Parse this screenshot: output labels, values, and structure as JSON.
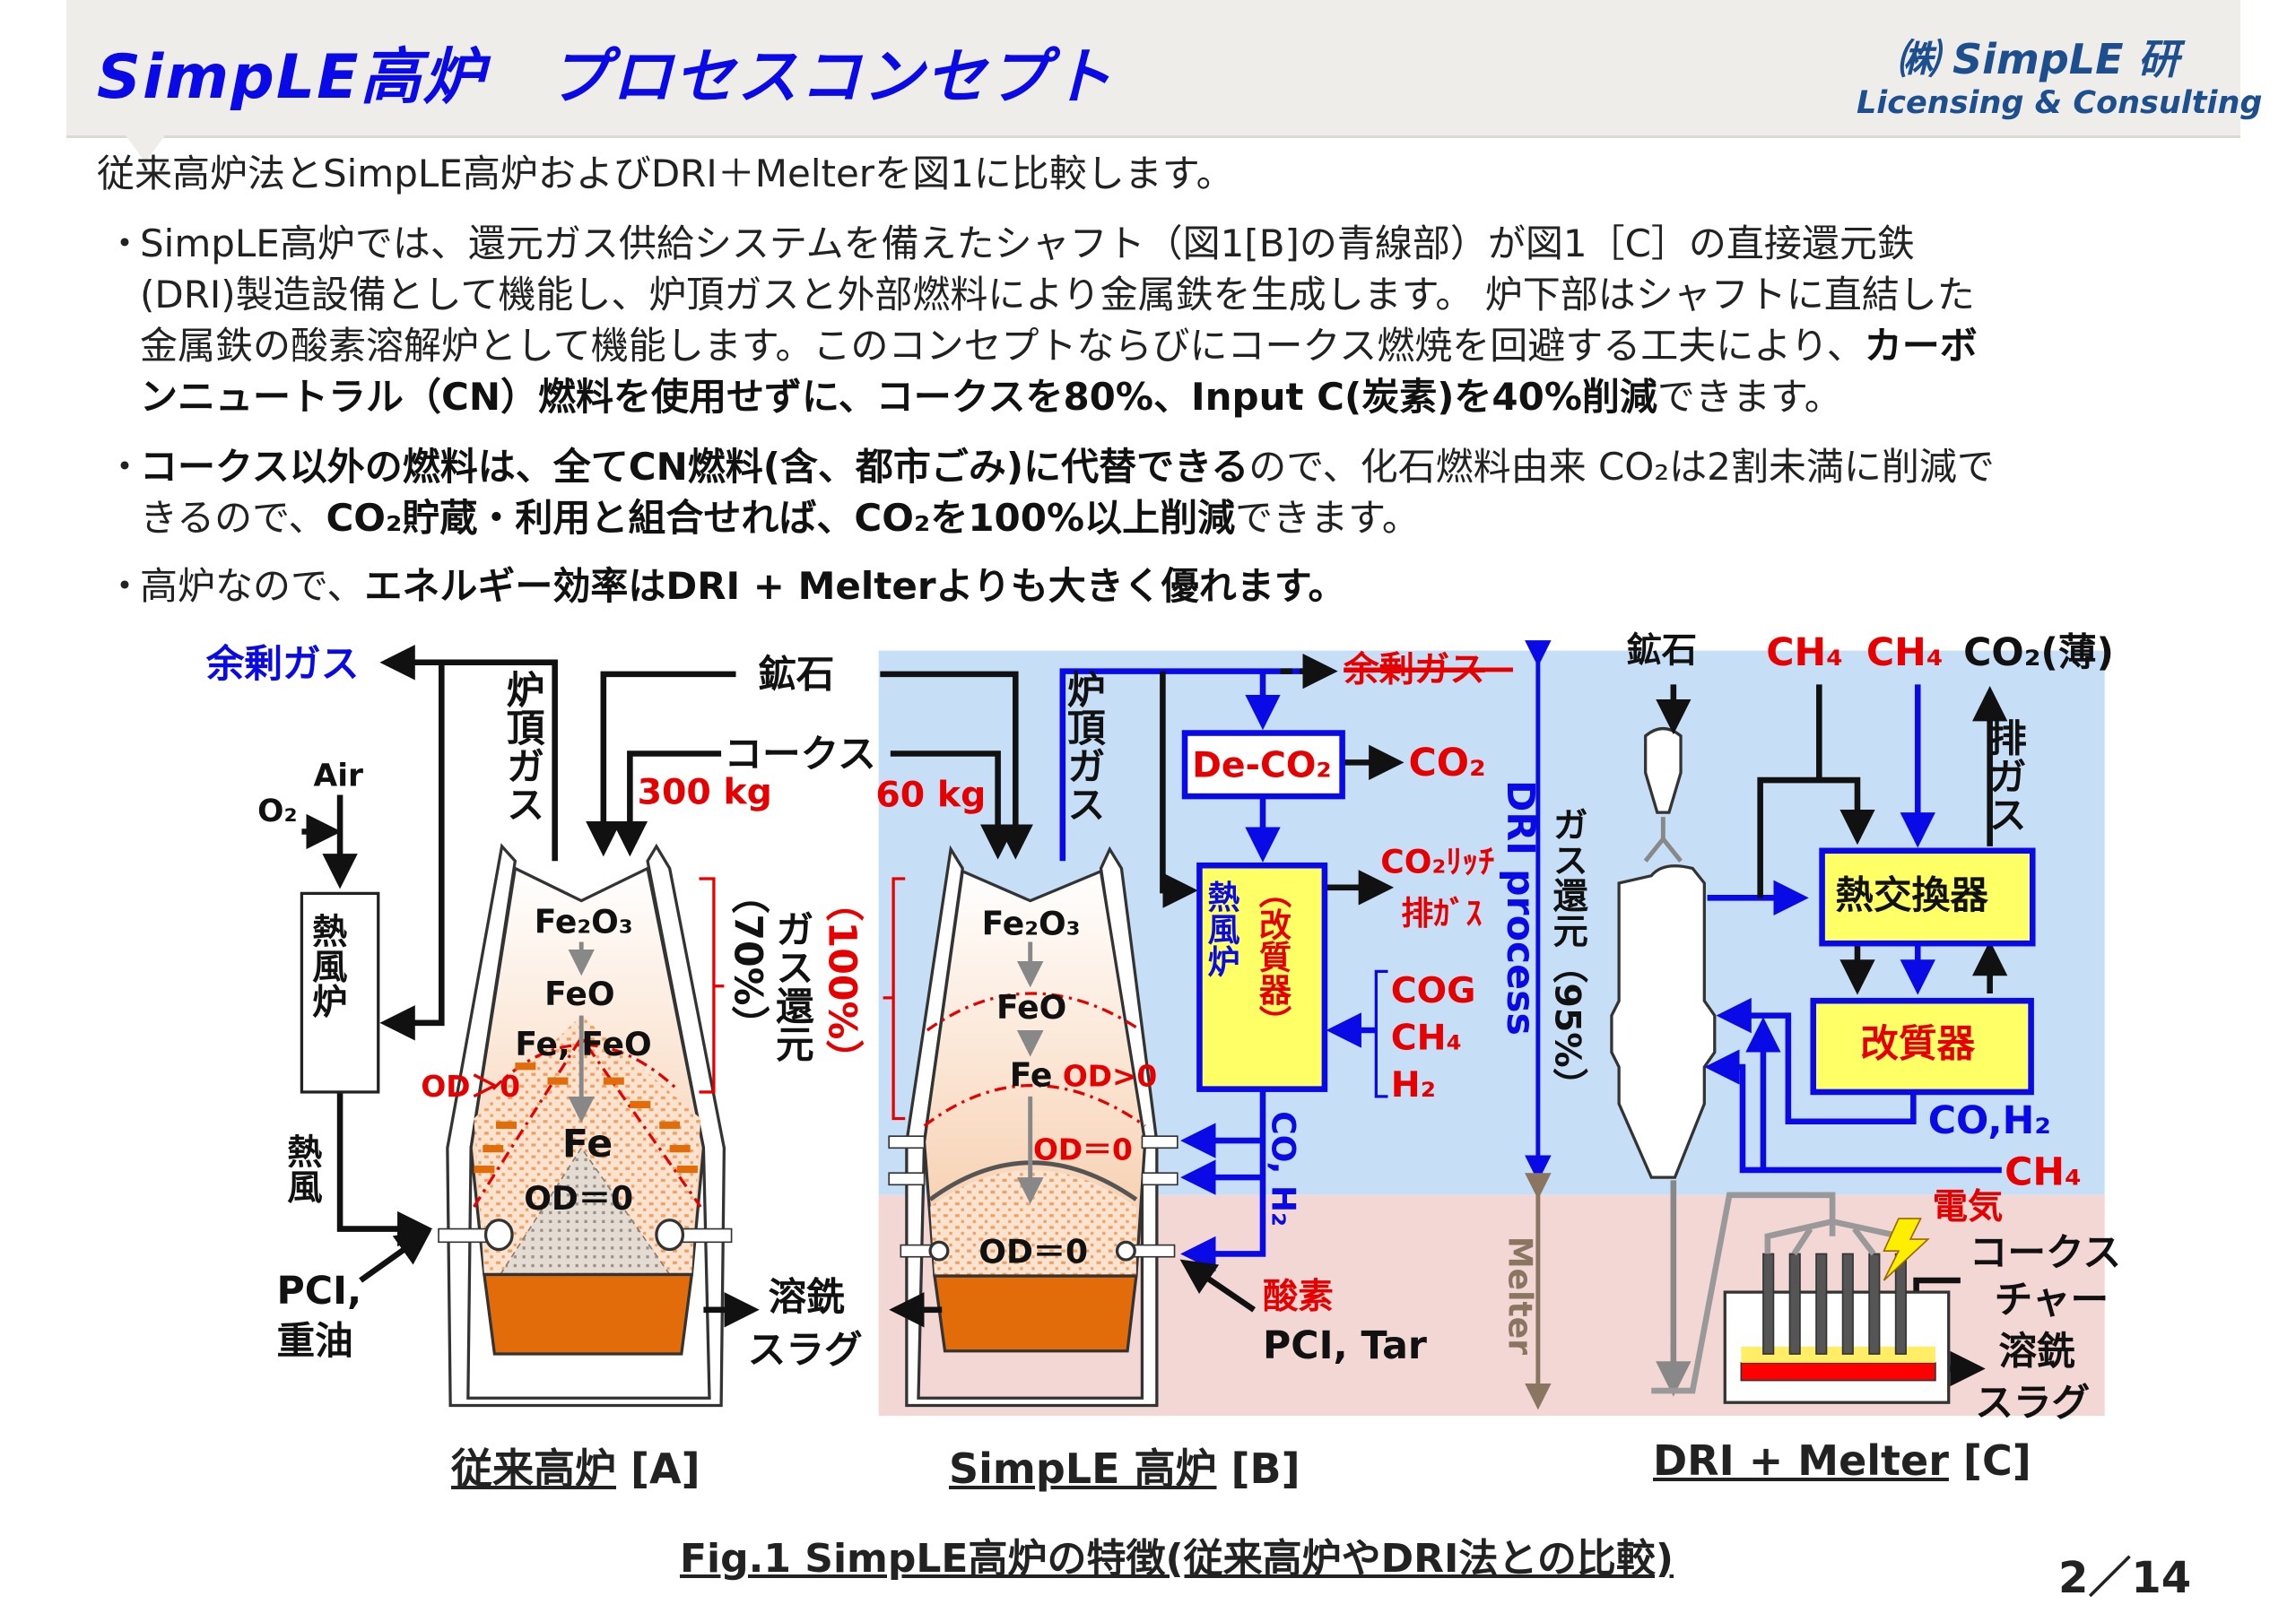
{
  "header": {
    "title": "SimpLE高炉　プロセスコンセプト",
    "logo_line1": "㈱ SimpLE 研",
    "logo_line2": "Licensing & Consulting"
  },
  "intro": "従来高炉法とSimpLE高炉およびDRI＋Melterを図1に比較します。",
  "bullet_mark": "・",
  "bullets": [
    {
      "l0": "SimpLE高炉では、還元ガス供給システムを備えたシャフト（図1[B]の青線部）が図1［C］の直接還元鉄",
      "l1": "(DRI)製造設備として機能し、炉頂ガスと外部燃料により金属鉄を生成します。 炉下部はシャフトに直結した",
      "l2a": "金属鉄の酸素溶解炉として機能します。このコンセプトならびにコークス燃焼を回避する工夫により、",
      "l2b": "カーボ",
      "l3a": "ンニュートラル（CN）燃料を使用せずに、コークスを80%、Input C(炭素)を40%削減",
      "l3b": "できます。"
    },
    {
      "l0a": "コークス以外の燃料は、全てCN燃料(含、都市ごみ)に代替できる",
      "l0b": "ので、化石燃料由来 CO₂は2割未満に削減で",
      "l1a": "きるので、",
      "l1b": "CO₂貯蔵・利用と組合せれば、CO₂を100%以上削減",
      "l1c": "できます。"
    },
    {
      "l0a": "高炉なので、",
      "l0b": "エネルギー効率はDRI + Melterよりも大きく優れます。"
    }
  ],
  "diagram": {
    "a": {
      "surplus_gas": "余剰ガス",
      "ore": "鉱石",
      "coke": "コークス",
      "coke_amount": "300 kg",
      "air": "Air",
      "o2": "O₂",
      "stove": "熱風炉",
      "top_gas": "炉頂ガス",
      "hot_blast": "熱風",
      "pci1": "PCI,",
      "pci2": "重油",
      "fe2o3": "Fe₂O₃",
      "feo": "FeO",
      "fe_feo": "Fe, FeO",
      "od_pos": "OD＞0",
      "fe": "Fe",
      "od_zero": "OD＝0",
      "pct70": "（70%）",
      "gas_red": "ガス還元",
      "pct100": "（100%）",
      "hot_metal": "溶銑",
      "slag": "スラグ"
    },
    "b": {
      "coke_amount": "60 kg",
      "top_gas": "炉頂ガス",
      "fe2o3": "Fe₂O₃",
      "feo": "FeO",
      "fe": "Fe",
      "od_pos": "OD>0",
      "od_zero1": "OD＝0",
      "od_zero2": "OD＝0",
      "de_co2": "De-CO₂",
      "co2": "CO₂",
      "surplus_struck": "余剰ガス",
      "co2_rich1": "CO₂ﾘｯﾁ",
      "co2_rich2": "排ｶﾞｽ",
      "stove1": "熱風炉",
      "stove2": "（改質器）",
      "cog": "COG",
      "ch4": "CH₄",
      "h2": "H₂",
      "co_h2": "CO, H₂",
      "oxygen": "酸素",
      "pci_tar": "PCI, Tar",
      "dri_process": "DRI process",
      "melter": "Melter"
    },
    "c": {
      "ore": "鉱石",
      "ch4_1": "CH₄",
      "ch4_2": "CH₄",
      "co2_thin": "CO₂(薄)",
      "exhaust": "排ガス",
      "gas_red": "ガス還元（95%）",
      "heat_ex": "熱交換器",
      "reformer": "改質器",
      "co_h2": "CO,H₂",
      "ch4_3": "CH₄",
      "electricity": "電気",
      "coke1": "コークス",
      "coke2": "チャー",
      "hot_metal": "溶銑",
      "slag": "スラグ"
    },
    "colors": {
      "blue_zone": "#c6dff6",
      "melter_zone": "#f3d7d5",
      "flow_blue": "#0a0ae6",
      "label_red": "#e60000",
      "box_yellow": "#ffff66",
      "hearth_orange": "#e36c0a"
    }
  },
  "captions": {
    "a": "従来高炉",
    "a2": " [A]",
    "b": "SimpLE 高炉",
    "b2": " [B]",
    "c": "DRI + Melter",
    "c2": " [C]",
    "fig": "Fig.1 SimpLE高炉の特徴(従来高炉やDRI法との比較)",
    "page": "2／14"
  }
}
